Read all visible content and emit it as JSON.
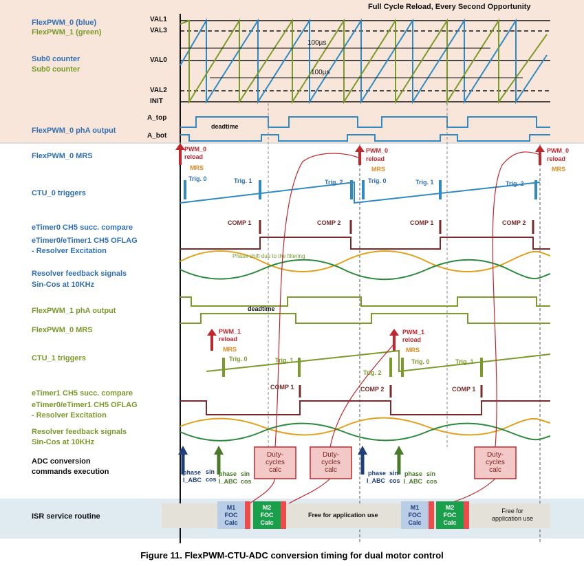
{
  "header": {
    "title": "Full Cycle Reload, Every Second Opportunity"
  },
  "left_labels": {
    "flexpwm0": "FlexPWM_0 (blue)",
    "flexpwm1": "FlexPWM_1 (green)",
    "sub0_a": "Sub0 counter",
    "sub0_b": "Sub0 counter",
    "pha0": "FlexPWM_0 phA output",
    "mrs0": "FlexPWM_0 MRS",
    "ctu0": "CTU_0 triggers",
    "etimer0": "eTimer0 CH5 succ. compare",
    "oflag0a": "eTimer0/eTimer1 CH5  OFLAG",
    "oflag0b": "- Resolver Excitation",
    "resolver0a": "Resolver feedback signals",
    "resolver0b": "Sin-Cos at 10KHz",
    "pha1": "FlexPWM_1 phA output",
    "mrs1": "FlexPWM_0 MRS",
    "ctu1": "CTU_1 triggers",
    "etimer1": "eTimer1 CH5 succ. compare",
    "oflag1a": "eTimer0/eTimer1 CH5  OFLAG",
    "oflag1b": "- Resolver Excitation",
    "resolver1a": "Resolver feedback signals",
    "resolver1b": "Sin-Cos at 10KHz",
    "adc_a": "ADC conversion",
    "adc_b": "commands execution",
    "isr": "ISR service routine"
  },
  "axis_labels": {
    "val1": "VAL1",
    "val3": "VAL3",
    "val0": "VAL0",
    "val2": "VAL2",
    "init": "INIT",
    "a_top": "A_top",
    "a_bot": "A_bot"
  },
  "annotations": {
    "period": "100µs",
    "deadtime": "deadtime",
    "phase_shift": "Phase shift due to the filtering",
    "pwm0_reload_1": "PWM_0",
    "pwm0_reload_2": "reload",
    "pwm1_reload_1": "PWM_1",
    "pwm1_reload_2": "reload",
    "mrs": "MRS",
    "trig0": "Trig. 0",
    "trig1": "Trig. 1",
    "trig2": "Trig. 2",
    "comp1": "COMP 1",
    "comp2": "COMP 2",
    "phase": "phase",
    "iabc": "I_ABC",
    "sin": "sin",
    "cos": "cos"
  },
  "duty_box": {
    "line1": "Duty-",
    "line2": "cycles",
    "line3": "calc"
  },
  "isr_blocks": {
    "m1_1": "M1",
    "m1_2": "FOC",
    "m1_3": "Calc",
    "m2_1": "M2",
    "m2_2": "FOC",
    "m2_3": "Calc",
    "free1": "Free for application use",
    "free2a": "Free for",
    "free2b": "application use"
  },
  "caption": "Figure 11.  FlexPWM-CTU-ADC conversion timing for dual motor control",
  "colors": {
    "blue": "#2f8ac4",
    "green": "#7a9a2a",
    "red": "#c0272d",
    "maroon": "#7a2a2a",
    "orange": "#e08a1e",
    "isr_green": "#1aa04a"
  }
}
